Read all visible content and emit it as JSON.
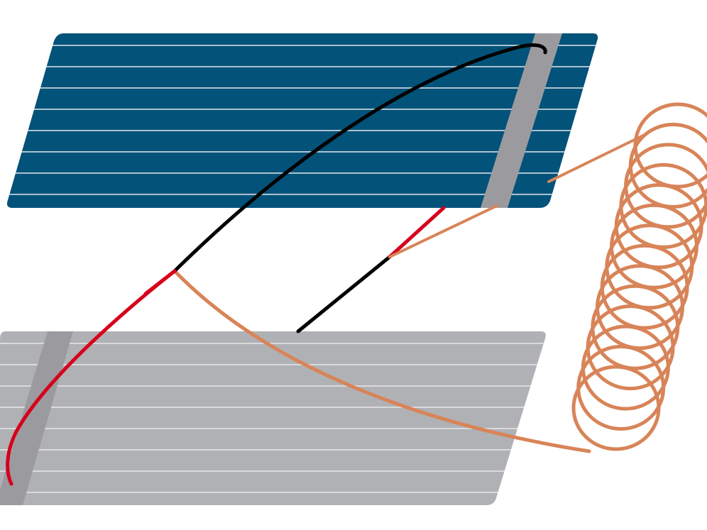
{
  "colors": {
    "background": "#ffffff",
    "blue_panel": "#02527a",
    "gray_panel": "#b0b1b4",
    "panel_lines": "#e6e8ea",
    "busbar": "#9b9b9f",
    "wire_red": "#d6001c",
    "wire_black": "#000000",
    "coil_copper": "#d88458"
  },
  "components": {
    "blue_panel": "solar-cell-panel",
    "gray_panel": "solar-cell-panel",
    "coil": "copper-coil",
    "wires": [
      "red-wire",
      "black-wire",
      "copper-wire"
    ]
  }
}
